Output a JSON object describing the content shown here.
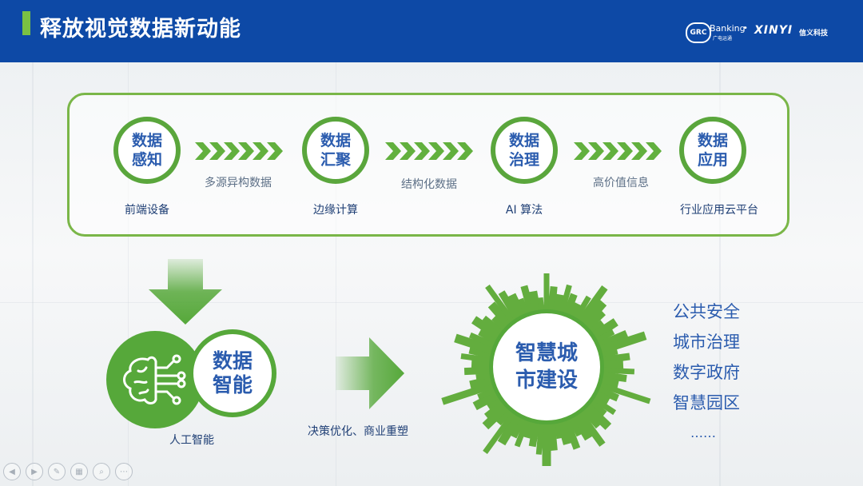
{
  "header": {
    "title": "释放视觉数据新动能",
    "logo_grc": "GRC",
    "logo_banking": "Banking",
    "logo_banking_sub": "广电运通",
    "logo_dot": "•",
    "logo_xinyi": "XINYI",
    "logo_xinyi_cn": "信义科技"
  },
  "flow": {
    "stages": [
      {
        "title_line1": "数据",
        "title_line2": "感知",
        "label": "前端设备"
      },
      {
        "title_line1": "数据",
        "title_line2": "汇聚",
        "label": "边缘计算"
      },
      {
        "title_line1": "数据",
        "title_line2": "治理",
        "label": "AI 算法"
      },
      {
        "title_line1": "数据",
        "title_line2": "应用",
        "label": "行业应用云平台"
      }
    ],
    "transitions": [
      "多源异构数据",
      "结构化数据",
      "高价值信息"
    ]
  },
  "ai": {
    "title_line1": "数据",
    "title_line2": "智能",
    "label": "人工智能"
  },
  "decision_label": "决策优化、商业重塑",
  "city": {
    "title_line1": "智慧城",
    "title_line2": "市建设"
  },
  "applications": [
    "公共安全",
    "城市治理",
    "数字政府",
    "智慧园区",
    "……"
  ],
  "colors": {
    "header_blue": "#0d49a6",
    "accent_green": "#56a83a",
    "text_blue": "#2b5cae"
  },
  "toolbar": [
    "prev-icon",
    "next-icon",
    "pen-icon",
    "slides-icon",
    "zoom-icon",
    "more-icon"
  ]
}
